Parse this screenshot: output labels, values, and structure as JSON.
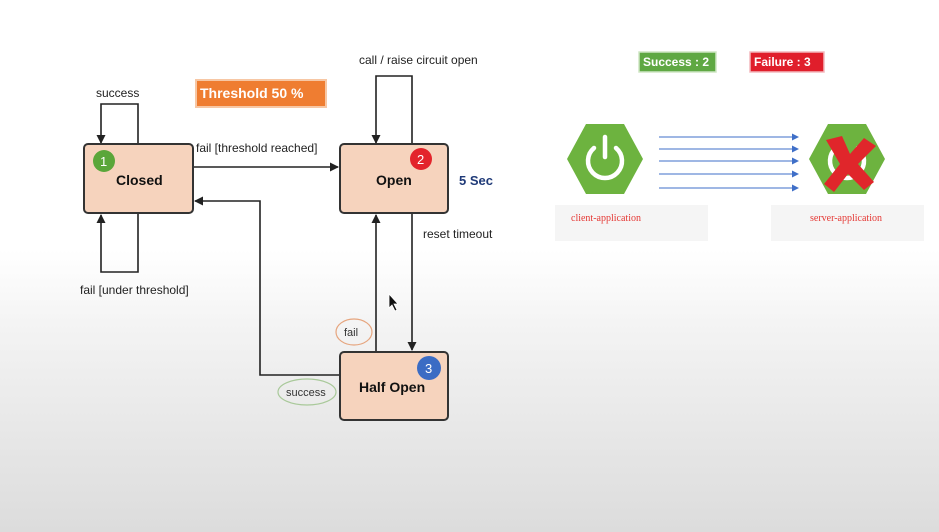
{
  "diagram": {
    "states": {
      "closed": {
        "label": "Closed",
        "badge": "1",
        "badge_color": "#5aa63a"
      },
      "open": {
        "label": "Open",
        "badge": "2",
        "badge_color": "#e3242b"
      },
      "half_open": {
        "label": "Half Open",
        "badge": "3",
        "badge_color": "#3b6cc4"
      }
    },
    "threshold_label": "Threshold 50 %",
    "threshold_color": "#ef7d31",
    "open_timer": "5 Sec",
    "edges": {
      "closed_self_success": "success",
      "closed_self_fail": "fail [under threshold]",
      "closed_to_open": "fail [threshold reached]",
      "open_self": "call / raise circuit open",
      "open_to_half": "reset timeout",
      "half_to_open": "fail",
      "half_to_closed": "success"
    }
  },
  "status": {
    "success_label": "Success : 2",
    "success_color": "#5fa843",
    "failure_label": "Failure : 3",
    "failure_color": "#e01e2b"
  },
  "apps": {
    "client_label": "client-application",
    "server_label": "server-application",
    "spring_color": "#6db33f",
    "error_color": "#e0262b",
    "request_line_color": "#3f6fc8"
  },
  "cursor_icon": "mouse-pointer-icon"
}
